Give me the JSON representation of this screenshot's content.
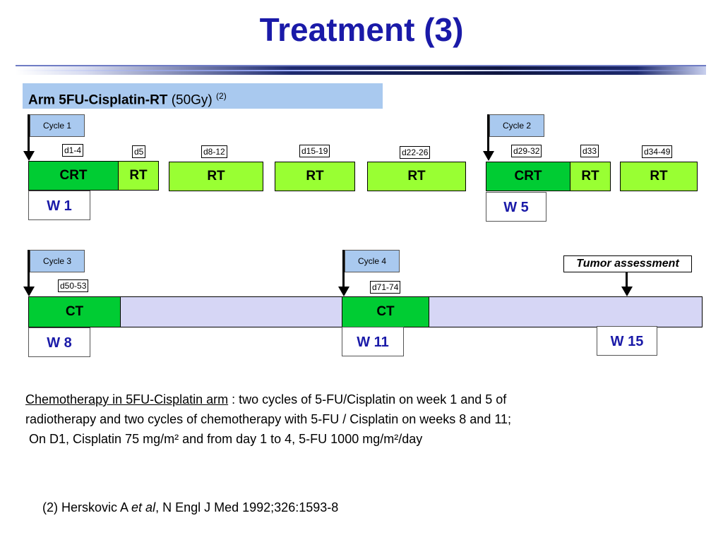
{
  "title": "Treatment (3)",
  "arm": {
    "name": "Arm 5FU-Cisplatin-RT",
    "dose": "(50Gy)",
    "ref": "(2)"
  },
  "cycles": [
    "Cycle 1",
    "Cycle 2",
    "Cycle 3",
    "Cycle 4"
  ],
  "days": {
    "d1_4": "d1-4",
    "d5": "d5",
    "d8_12": "d8-12",
    "d15_19": "d15-19",
    "d22_26": "d22-26",
    "d29_32": "d29-32",
    "d33": "d33",
    "d34_49": "d34-49",
    "d50_53": "d50-53",
    "d71_74": "d71-74"
  },
  "blocks": {
    "crt": "CRT",
    "rt": "RT",
    "ct": "CT"
  },
  "weeks": {
    "w1": "W 1",
    "w5": "W 5",
    "w8": "W 8",
    "w11": "W 11",
    "w15": "W 15"
  },
  "tumor_assessment": "Tumor assessment",
  "note": {
    "link": "Chemotherapy in 5FU-Cisplatin arm",
    "line1": " : two cycles of 5-FU/Cisplatin on week 1 and 5 of",
    "line2": "radiotherapy and two  cycles of chemotherapy with 5-FU / Cisplatin on weeks 8 and 11;",
    "line3": " On D1, Cisplatin 75 mg/m² and from day 1 to 4, 5-FU 1000 mg/m²/day"
  },
  "reference": {
    "prefix": "(2) Herskovic A ",
    "etal": "et al",
    "suffix": ", N Engl J Med 1992;326:1593-8"
  },
  "colors": {
    "title": "#1a1aa8",
    "crt_dark_green": "#00cc33",
    "rt_light_green": "#99ff33",
    "header_blue": "#a9c9ef",
    "timeline_lavender": "#d6d6f5"
  }
}
